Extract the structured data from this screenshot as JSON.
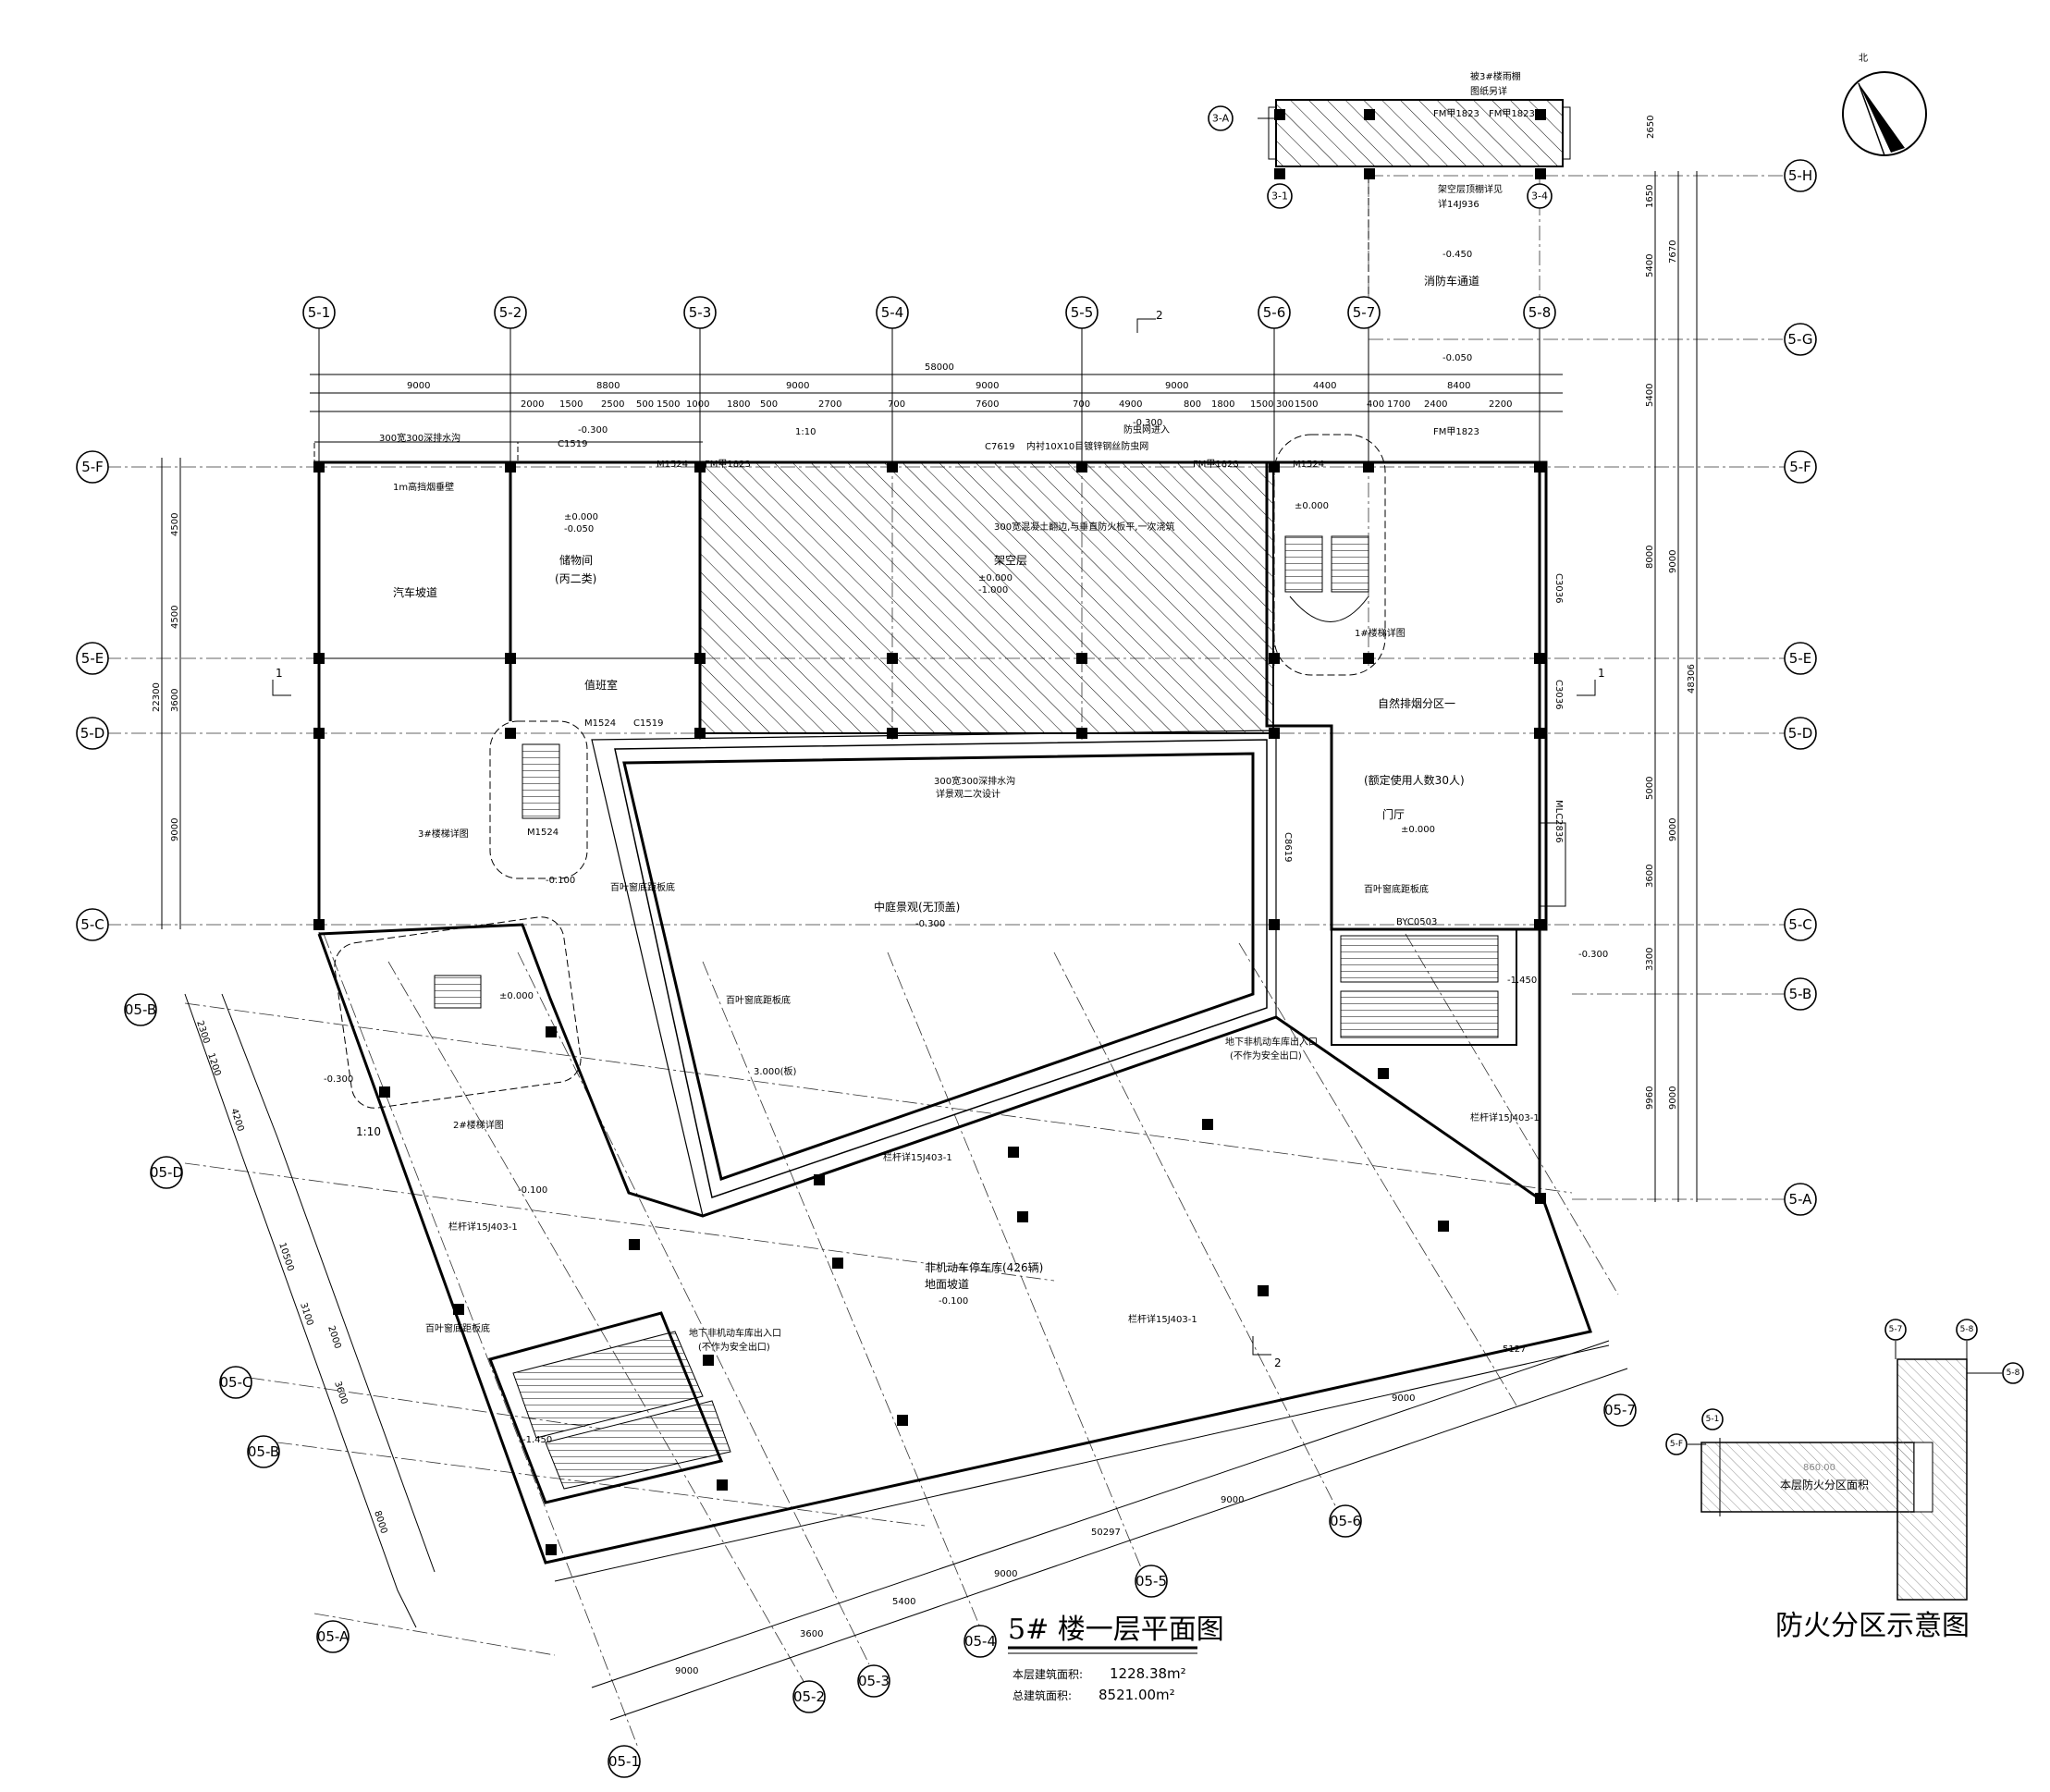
{
  "drawing": {
    "title": "5# 楼一层平面图",
    "floor_area_label": "本层建筑面积:",
    "floor_area_value": "1228.38m²",
    "total_area_label": "总建筑面积:",
    "total_area_value": "8521.00m²",
    "fire_zone_title": "防火分区示意图",
    "fire_zone_area_value": "860.00",
    "fire_zone_area_label": "本层防火分区面积",
    "north_label": "北"
  },
  "axes": {
    "top": [
      "5-1",
      "5-2",
      "5-3",
      "5-4",
      "5-5",
      "5-6",
      "5-7",
      "5-8"
    ],
    "left": [
      "5-F",
      "5-E",
      "5-D",
      "5-C"
    ],
    "right": [
      "5-H",
      "5-G",
      "5-F",
      "5-E",
      "5-D",
      "5-C",
      "5-B",
      "5-A"
    ],
    "diagonal": [
      "05-B",
      "05-D",
      "05-C",
      "05-B",
      "05-A",
      "05-1",
      "05-2",
      "05-3",
      "05-4",
      "05-5",
      "05-6",
      "05-7"
    ],
    "canopy": [
      "3-A",
      "3-1",
      "3-4"
    ],
    "legend": [
      "5-1",
      "5-F",
      "5-7",
      "5-8",
      "5-8"
    ]
  },
  "dimensions": {
    "overall_top": "58000",
    "top_bays": [
      "9000",
      "8800",
      "9000",
      "9000",
      "9000",
      "4400",
      "8400"
    ],
    "top_sub": [
      "2000",
      "1500",
      "2500",
      "500",
      "1500",
      "1000",
      "1800",
      "500",
      "2700",
      "700",
      "7600",
      "700",
      "4900",
      "800",
      "1800",
      "1500",
      "300",
      "1500",
      "400",
      "1700",
      "2400",
      "2200"
    ],
    "left_bays": [
      "4500",
      "4500",
      "3600",
      "9000"
    ],
    "left_total": "22300",
    "right_bays": [
      "1650",
      "5400",
      "5400",
      "8000",
      "5000",
      "3600",
      "3300",
      "9960"
    ],
    "right_total": "48306",
    "right_big": [
      "7670",
      "9000",
      "9000",
      "9000"
    ],
    "bottom": [
      "9000",
      "3600",
      "5400",
      "9000",
      "50297",
      "9000",
      "9000",
      "5127"
    ],
    "left_diag": [
      "2300",
      "1200",
      "4200",
      "10500",
      "3100",
      "2000",
      "3600",
      "8000"
    ]
  },
  "rooms": {
    "car_ramp": "汽车坡道",
    "storage": "储物间",
    "storage_class": "(丙二类)",
    "storage_level_a": "±0.000",
    "storage_level_b": "-0.050",
    "duty_room": "值班室",
    "hatched_zone": "架空层",
    "hatched_level_a": "±0.000",
    "hatched_level_b": "-1.000",
    "courtyard": "中庭景观(无顶盖)",
    "courtyard_level": "-0.300",
    "zone_one": "自然排烟分区一",
    "zone_one_people": "(额定使用人数30人)",
    "lobby": "门厅",
    "lobby_level": "±0.000",
    "bike_parking": "非机动车停车库(426辆)",
    "bike_floor": "地面坡道",
    "bike_level": "-0.100",
    "bike_exit_right": "地下非机动车库出入口",
    "bike_exit_right_note": "(不作为安全出口)",
    "bike_exit_left": "地下非机动车库出入口",
    "bike_exit_left_note": "(不作为安全出口)",
    "fire_lane": "消防车通道",
    "fire_lane_level": "-0.450",
    "fire_lane_level_2": "-0.050"
  },
  "notes": {
    "drain_top": "300宽300深排水沟",
    "drain_mid": "300宽300深排水沟",
    "drain_mid_note": "详景观二次设计",
    "handrail": "1m高挡烟垂壁",
    "stair1": "1#楼梯详图",
    "stair2": "2#楼梯详图",
    "stair3": "3#楼梯详图",
    "ventilation_1": "百叶窗底距板底",
    "ventilation_2": "百叶窗底距板底",
    "ventilation_3": "百叶窗底距板底",
    "ventilation_4": "百叶窗底距板底",
    "railing_1": "栏杆详15J403-1",
    "railing_2": "栏杆详15J403-1",
    "railing_3": "栏杆详15J403-1",
    "railing_4": "栏杆详15J403-1",
    "canopy_note_1": "架空层顶棚详见",
    "canopy_note_2": "详14J936",
    "canopy_note_3": "被3#楼雨棚",
    "canopy_note_4": "图纸另详",
    "beam_note": "300宽混凝土翻边,与垂直防火板平,一次浇筑",
    "mesh_note": "内衬10X10目镀锌钢丝防虫网",
    "entry_note": "防虫网进入",
    "level_neg300": "-0.300",
    "level_neg100": "-0.100",
    "level_neg450": "-1.450",
    "level_zero": "±0.000",
    "scale_1": "1:10",
    "scale_2": "1:10",
    "level_3000": "3.000(板)"
  },
  "doors": {
    "c1519_a": "C1519",
    "c1519_b": "C1519",
    "m1524_a": "M1524",
    "m1524_b": "M1524",
    "m1524_c": "M1524",
    "m1524_d": "M1524",
    "fm1823_a": "FM甲1823",
    "fm1823_b": "FM甲1823",
    "fm1823_c": "FM甲1823",
    "c7619": "C7619",
    "c3036_a": "C3036",
    "c3036_b": "C3036",
    "c8619": "C8619",
    "mlc": "MLC2836",
    "byc": "BYC0503"
  },
  "section_marks": [
    "1",
    "1",
    "2",
    "2"
  ]
}
